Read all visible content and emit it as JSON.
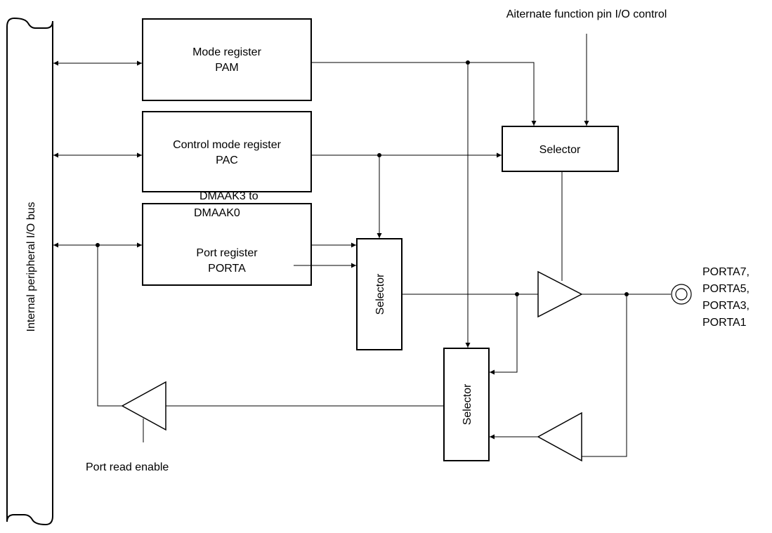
{
  "diagram": {
    "bus_label": "Internal peripheral I/O bus",
    "alt_function_label": "Aiternate function pin I/O control",
    "mode_register": {
      "line1": "Mode register",
      "line2": "PAM"
    },
    "control_mode_register": {
      "line1": "Control mode register",
      "line2": "PAC"
    },
    "port_register": {
      "line1": "Port register",
      "line2": "PORTA"
    },
    "selector_top": "Selector",
    "selector_mid": "Selector",
    "selector_bottom": "Selector",
    "dmaak_label": {
      "line1": "DMAAK3 to",
      "line2": "DMAAK0"
    },
    "pins": [
      "PORTA7,",
      "PORTA5,",
      "PORTA3,",
      "PORTA1"
    ],
    "port_read_enable": "Port read enable"
  }
}
